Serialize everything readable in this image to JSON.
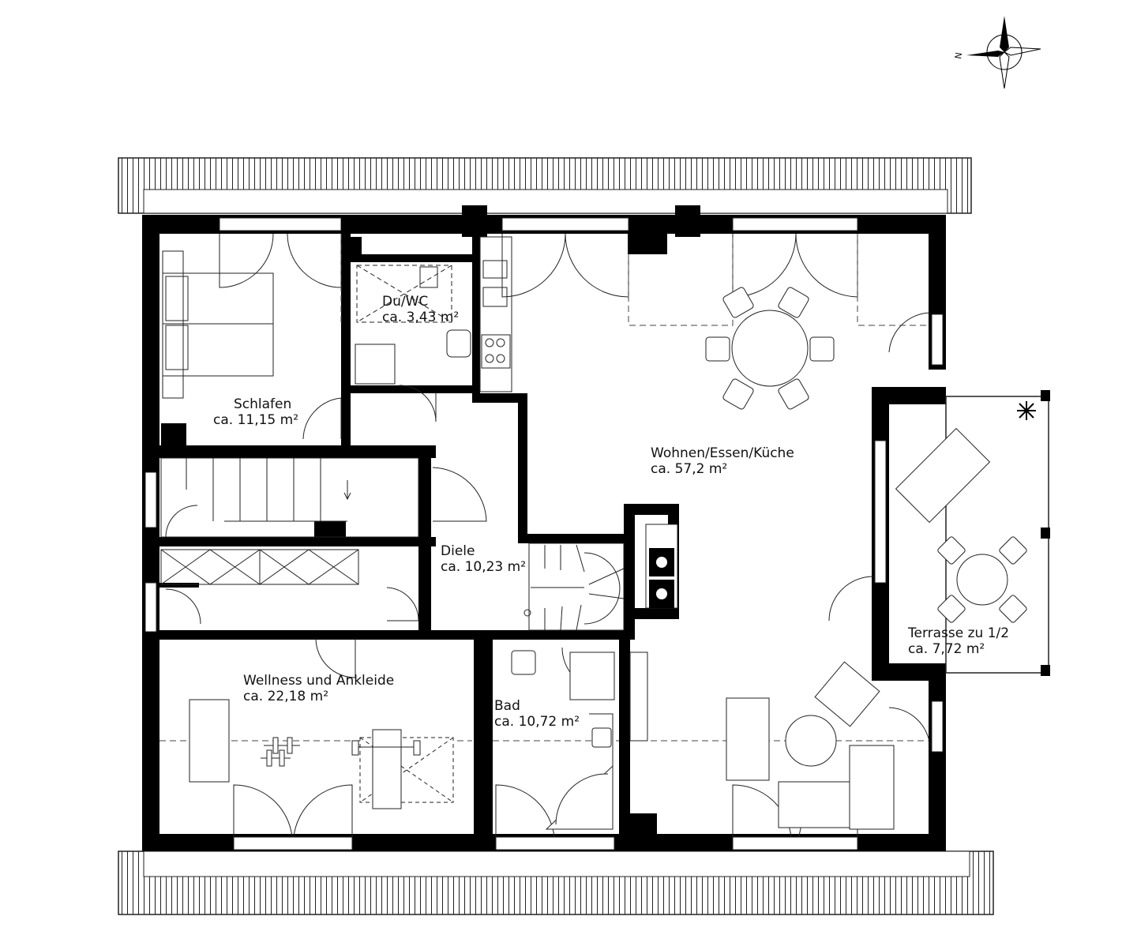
{
  "compass": {
    "north_letter": "N",
    "icon": "compass-rose-icon"
  },
  "rooms": {
    "schlafen": {
      "name": "Schlafen",
      "area": "ca. 11,15 m²"
    },
    "duwc": {
      "name": "Du/WC",
      "area": "ca. 3,43 m²"
    },
    "wohnen": {
      "name": "Wohnen/Essen/Küche",
      "area": "ca. 57,2 m²"
    },
    "diele": {
      "name": "Diele",
      "area": "ca. 10,23 m²"
    },
    "wellness": {
      "name": "Wellness und Ankleide",
      "area": "ca. 22,18 m²"
    },
    "bad": {
      "name": "Bad",
      "area": "ca. 10,72 m²"
    },
    "terrasse": {
      "name": "Terrasse zu 1/2",
      "area": "ca. 7,72 m²"
    }
  }
}
